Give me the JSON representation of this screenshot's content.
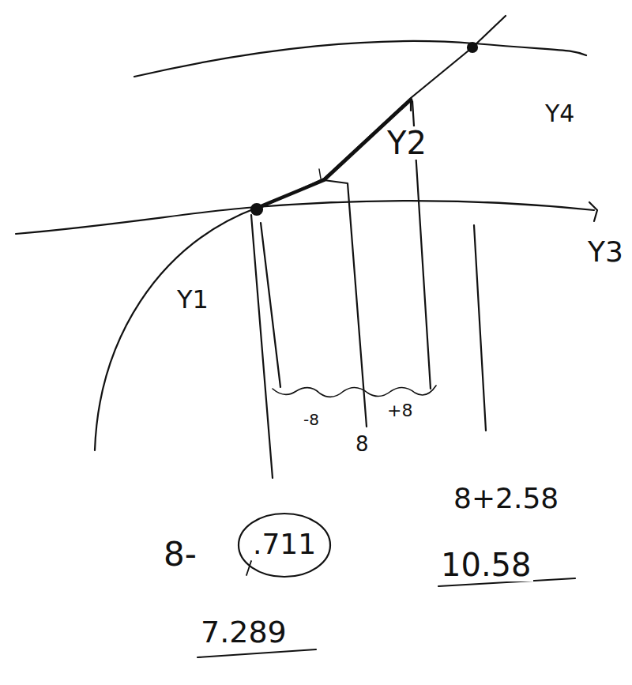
{
  "diagram": {
    "labels": [
      "Y4",
      "Y2",
      "Y3",
      "Y1",
      "-8",
      "+8",
      "8",
      "8-",
      ".711",
      "7.289",
      "8+2.58",
      "10.58"
    ]
  }
}
